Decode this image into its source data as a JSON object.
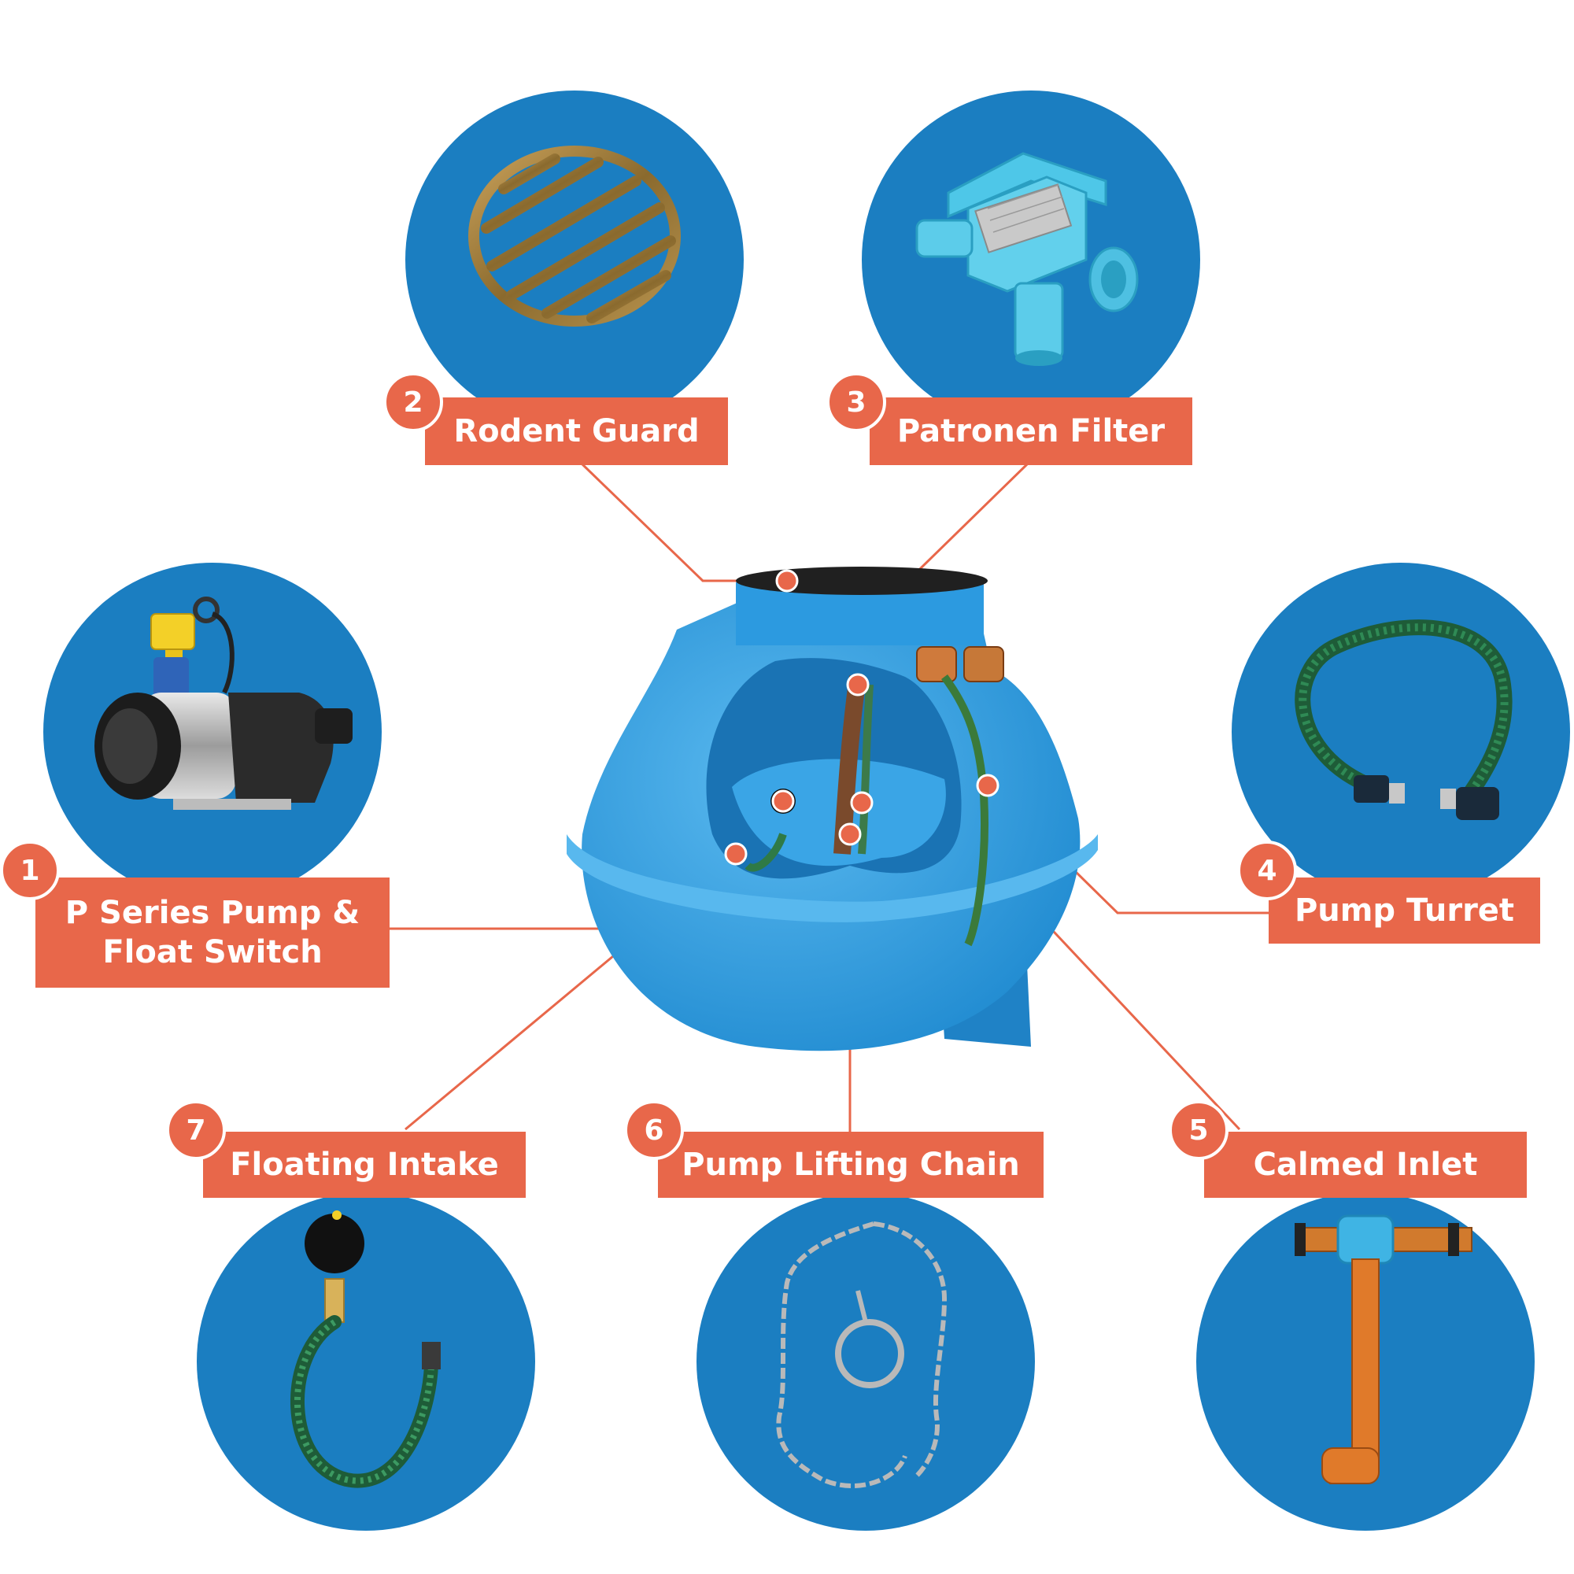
{
  "colors": {
    "circle_blue": "#1b7ec1",
    "accent_orange": "#e8674a",
    "tank_blue": "#2f9fe0"
  },
  "components": [
    {
      "number": "1",
      "label_line1": "P Series Pump &",
      "label_line2": "Float Switch",
      "icon": "pump-icon"
    },
    {
      "number": "2",
      "label": "Rodent Guard",
      "icon": "rodent-guard-grate-icon"
    },
    {
      "number": "3",
      "label": "Patronen Filter",
      "icon": "filter-icon"
    },
    {
      "number": "4",
      "label": "Pump Turret",
      "icon": "hose-icon"
    },
    {
      "number": "5",
      "label": "Calmed Inlet",
      "icon": "inlet-pipe-icon"
    },
    {
      "number": "6",
      "label": "Pump Lifting Chain",
      "icon": "chain-icon"
    },
    {
      "number": "7",
      "label": "Floating Intake",
      "icon": "floating-intake-icon"
    }
  ]
}
